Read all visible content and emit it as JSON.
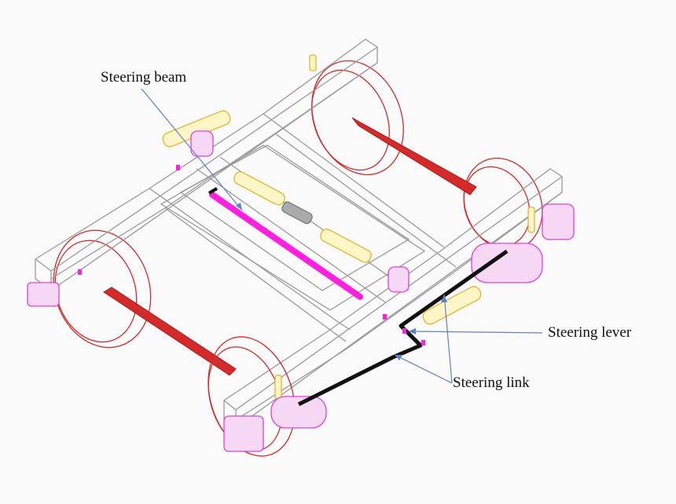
{
  "labels": {
    "steering_beam": "Steering beam",
    "steering_lever": "Steering lever",
    "steering_link": "Steering link"
  },
  "colors": {
    "frame": "#9a9a9a",
    "wheel": "#d42a2a",
    "axle": "#d42a2a",
    "beam": "#ff1fe0",
    "axlebox": "#e040d8",
    "spring": "#e8c84a",
    "link": "#111111",
    "leader": "#5a82c8"
  }
}
